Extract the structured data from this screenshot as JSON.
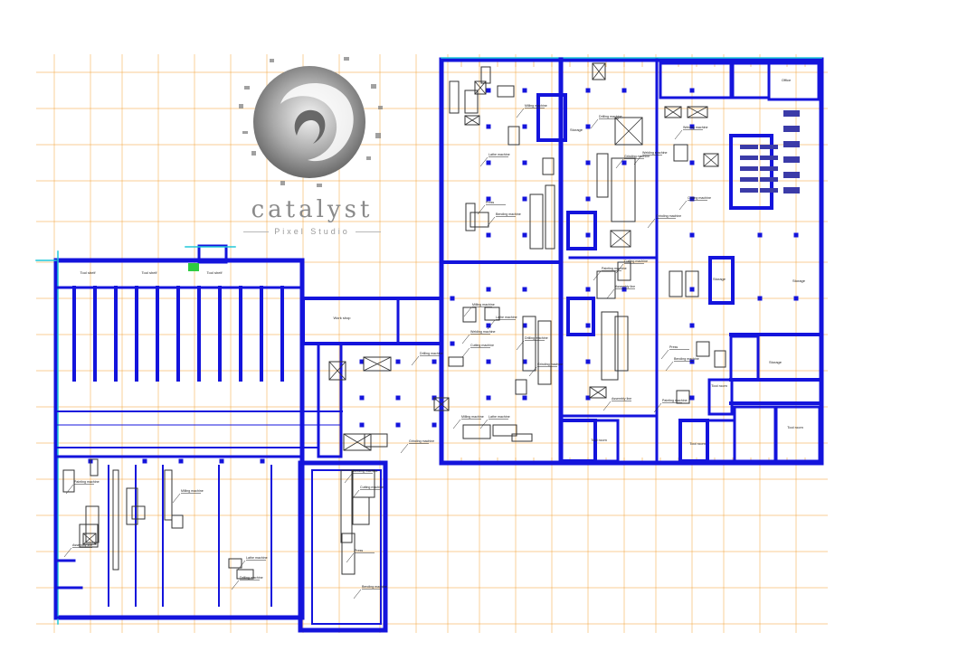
{
  "logo": {
    "name": "catalyst",
    "subtitle": "Pixel Studio"
  },
  "colors": {
    "wall": "#1414dc",
    "grid": "#f2a640",
    "outline": "#20c8d8",
    "highlight": "#2ecc40",
    "equipment": "#333333"
  },
  "rooms": [
    {
      "id": "tool-shelf-1",
      "label": "Tool shelf"
    },
    {
      "id": "tool-shelf-2",
      "label": "Tool shelf"
    },
    {
      "id": "tool-shelf-3",
      "label": "Tool shelf"
    },
    {
      "id": "corridor-room",
      "label": "Work shop"
    },
    {
      "id": "storage-1",
      "label": "Storage"
    },
    {
      "id": "storage-2",
      "label": "Storage"
    },
    {
      "id": "storage-3",
      "label": "Storage"
    },
    {
      "id": "storage-4",
      "label": "Storage"
    },
    {
      "id": "tool-room-1",
      "label": "Tool room"
    },
    {
      "id": "tool-room-2",
      "label": "Tool room"
    },
    {
      "id": "tool-room-3",
      "label": "Tool room"
    },
    {
      "id": "tool-room-4",
      "label": "Tool room"
    },
    {
      "id": "office",
      "label": "Office"
    }
  ],
  "equipment_labels": [
    "Milling machine",
    "Lathe machine",
    "Drilling machine",
    "Grinding machine",
    "Welding machine",
    "Cutting machine",
    "Press",
    "Bending machine",
    "Painting machine",
    "Assembly line"
  ]
}
